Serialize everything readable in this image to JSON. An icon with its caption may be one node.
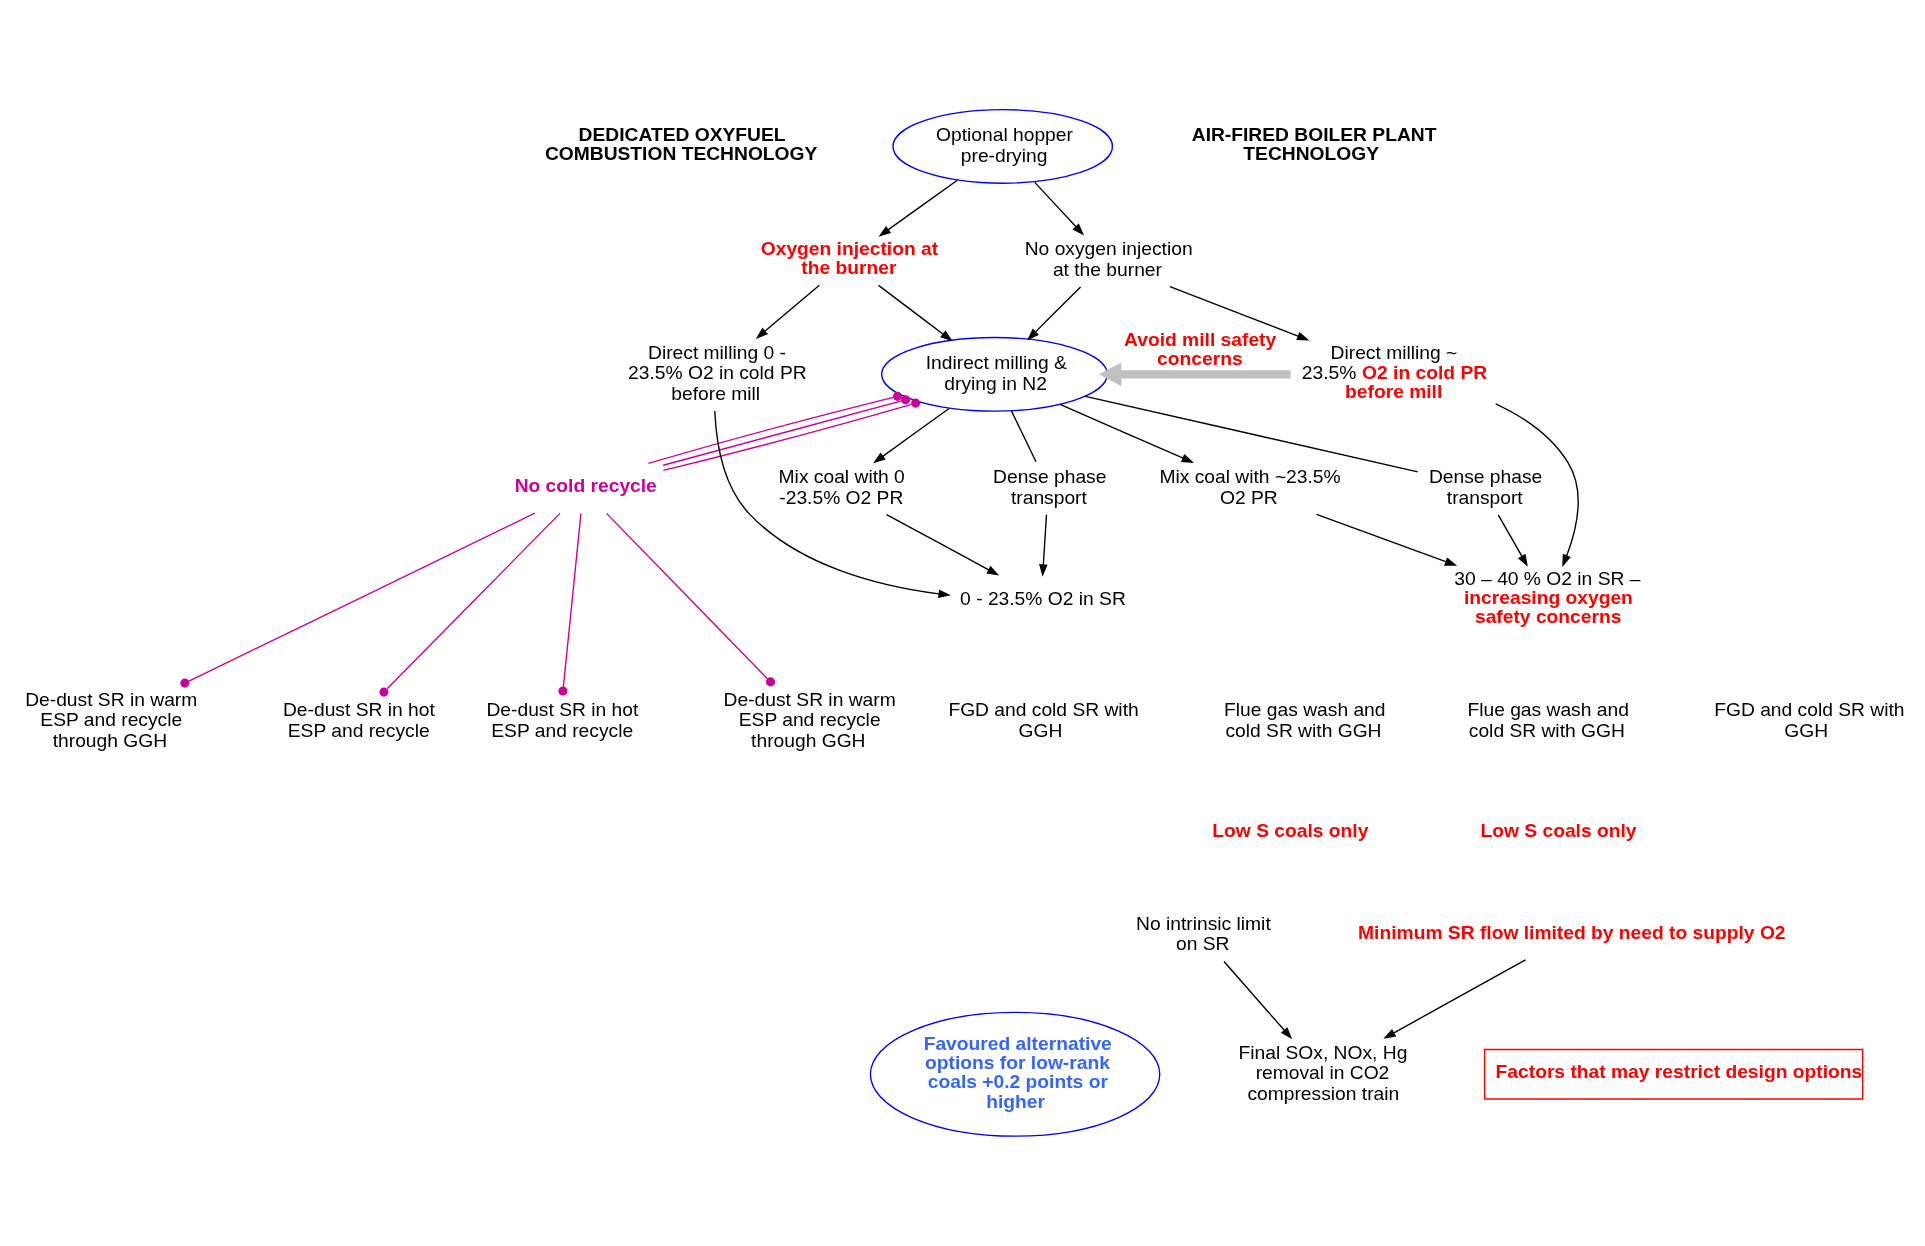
{
  "diagram": {
    "nodes": [
      {
        "text": [
          "Optional hopper pre-drying"
        ]
      },
      {
        "text": [
          "Oxygen injection at the burner"
        ]
      },
      {
        "text": [
          "No oxygen injection at the burner"
        ]
      },
      {
        "text": [
          "Indirect milling & drying in N2"
        ]
      },
      {
        "text": [
          "Direct milling 0 - 23.5% O2 in cold PR before mill"
        ]
      },
      {
        "text": [
          "Mix coal with 0 -23.5% O2 PR"
        ]
      },
      {
        "text": [
          "Dense phase transport"
        ]
      },
      {
        "text": [
          "Direct milling ~ 23.5% **O2 in cold PR before mill**"
        ]
      },
      {
        "text": [
          "No cold recycle"
        ]
      },
      {
        "text": [
          "Dense phase transport"
        ]
      },
      {
        "text": [
          "Mix coal with ~23.5% O2 PR"
        ]
      },
      {
        "text": [
          "0 - 23.5% O2 in SR"
        ]
      },
      {
        "text": [
          "30 – 40 % O2 in SR – **increasing oxygen safety concerns**"
        ]
      },
      {
        "text": [
          "FGD and cold SR with GGH"
        ]
      },
      {
        "text": [
          "Flue gas wash and cold SR with GGH"
        ]
      },
      {
        "text": [
          "De-dust SR in warm ESP and recycle through GGH"
        ]
      },
      {
        "text": [
          "De-dust SR in hot ESP and recycle"
        ]
      },
      {
        "text": [
          "FGD and cold SR with GGH"
        ]
      },
      {
        "text": [
          "Flue gas wash and cold SR with GGH"
        ]
      },
      {
        "text": [
          "De-dust SR in warm ESP and recycle through GGH"
        ]
      },
      {
        "text": [
          "De-dust SR in hot ESP and recycle"
        ]
      },
      {
        "text": [
          "Low S coals only"
        ]
      },
      {
        "text": [
          "No intrinsic limit on SR"
        ]
      },
      {
        "text": [
          "Low S coals only"
        ]
      },
      {
        "text": [
          "Minimum SR flow limited by need to supply O2"
        ]
      },
      {
        "text": [
          "Final SOx, NOx, Hg removal in CO2 compression train"
        ]
      },
      {
        "text": [
          "Favoured alternative options for low-rank coals +0.2 points or higher"
        ]
      },
      {
        "text": [
          "Factors that may restrict design options"
        ]
      }
    ],
    "edges": [
      {
        "from": 0,
        "to": 1,
        "arrow": "to"
      },
      {
        "from": 0,
        "to": 2,
        "arrow": "to"
      },
      {
        "from": 1,
        "to": 4,
        "arrow": "to"
      },
      {
        "from": 1,
        "to": 3,
        "arrow": "to"
      },
      {
        "from": 2,
        "to": 3,
        "arrow": "to"
      },
      {
        "from": 2,
        "to": 7,
        "arrow": "to"
      },
      {
        "from": 3,
        "to": 5,
        "arrow": "to"
      },
      {
        "from": 3,
        "to": 6,
        "arrow": "none"
      },
      {
        "from": 3,
        "to": 10,
        "arrow": "to"
      },
      {
        "from": 3,
        "to": 9,
        "arrow": "none"
      },
      {
        "from": 4,
        "to": 11,
        "arrow": "to"
      },
      {
        "from": 5,
        "to": 11,
        "arrow": "to"
      },
      {
        "from": 6,
        "to": 11,
        "arrow": "to"
      },
      {
        "from": 9,
        "to": 12,
        "arrow": "to"
      },
      {
        "from": 10,
        "to": 12,
        "arrow": "to"
      },
      {
        "from": 7,
        "to": 12,
        "arrow": "to"
      },
      {
        "from": 7,
        "to": 3,
        "arrow": "to",
        "style": "thick",
        "color": "#c0c0c0",
        "label": "Avoid mill safety concerns"
      },
      {
        "from": 8,
        "to": 3,
        "arrow": "other",
        "color": "#cc0099"
      },
      {
        "from": 8,
        "to": 3,
        "arrow": "other",
        "color": "#cc0099"
      },
      {
        "from": 8,
        "to": 3,
        "arrow": "other",
        "color": "#cc0099"
      },
      {
        "from": 8,
        "to": 15,
        "arrow": "other",
        "color": "#cc0099"
      },
      {
        "from": 8,
        "to": 16,
        "arrow": "other",
        "color": "#cc0099"
      },
      {
        "from": 8,
        "to": 19,
        "arrow": "other",
        "color": "#cc0099"
      },
      {
        "from": 8,
        "to": 20,
        "arrow": "other",
        "color": "#cc0099"
      },
      {
        "from": 22,
        "to": 25,
        "arrow": "to"
      },
      {
        "from": 24,
        "to": 25,
        "arrow": "to"
      }
    ],
    "labels": [
      "DEDICATED OXYFUEL COMBUSTION TECHNOLOGY",
      "AIR-FIRED BOILER PLANT TECHNOLOGY"
    ]
  }
}
